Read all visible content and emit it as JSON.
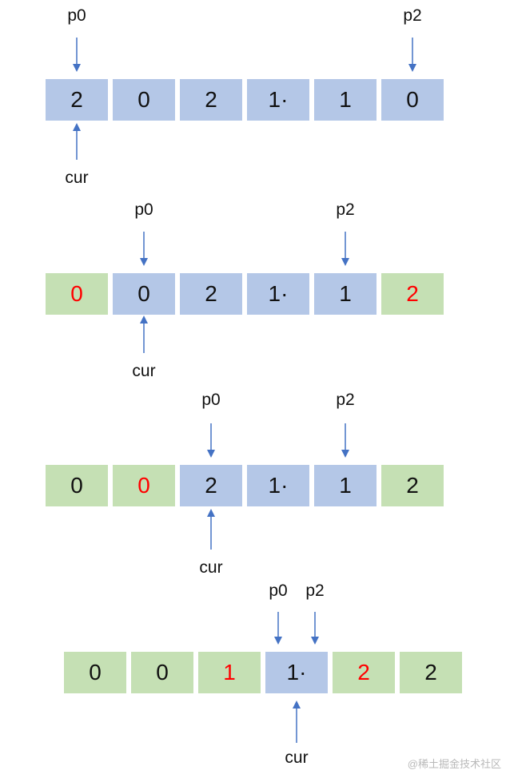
{
  "colors": {
    "blue_cell": "#b4c7e7",
    "green_cell": "#c5e0b4",
    "highlight_text": "#ff0000",
    "normal_text": "#111111",
    "arrow": "#4472c4"
  },
  "steps": [
    {
      "cells": [
        {
          "value": "2",
          "fill": "blue",
          "highlight": false
        },
        {
          "value": "0",
          "fill": "blue",
          "highlight": false
        },
        {
          "value": "2",
          "fill": "blue",
          "highlight": false
        },
        {
          "value": "1·",
          "fill": "blue",
          "highlight": false
        },
        {
          "value": "1",
          "fill": "blue",
          "highlight": false
        },
        {
          "value": "0",
          "fill": "blue",
          "highlight": false
        }
      ],
      "pointers": [
        {
          "label": "p0",
          "position": "top",
          "index": 0
        },
        {
          "label": "p2",
          "position": "top",
          "index": 5
        },
        {
          "label": "cur",
          "position": "bottom",
          "index": 0
        }
      ]
    },
    {
      "cells": [
        {
          "value": "0",
          "fill": "green",
          "highlight": true
        },
        {
          "value": "0",
          "fill": "blue",
          "highlight": false
        },
        {
          "value": "2",
          "fill": "blue",
          "highlight": false
        },
        {
          "value": "1·",
          "fill": "blue",
          "highlight": false
        },
        {
          "value": "1",
          "fill": "blue",
          "highlight": false
        },
        {
          "value": "2",
          "fill": "green",
          "highlight": true
        }
      ],
      "pointers": [
        {
          "label": "p0",
          "position": "top",
          "index": 1
        },
        {
          "label": "p2",
          "position": "top",
          "index": 4
        },
        {
          "label": "cur",
          "position": "bottom",
          "index": 1
        }
      ]
    },
    {
      "cells": [
        {
          "value": "0",
          "fill": "green",
          "highlight": false
        },
        {
          "value": "0",
          "fill": "green",
          "highlight": true
        },
        {
          "value": "2",
          "fill": "blue",
          "highlight": false
        },
        {
          "value": "1·",
          "fill": "blue",
          "highlight": false
        },
        {
          "value": "1",
          "fill": "blue",
          "highlight": false
        },
        {
          "value": "2",
          "fill": "green",
          "highlight": false
        }
      ],
      "pointers": [
        {
          "label": "p0",
          "position": "top",
          "index": 2
        },
        {
          "label": "p2",
          "position": "top",
          "index": 4
        },
        {
          "label": "cur",
          "position": "bottom",
          "index": 2
        }
      ]
    },
    {
      "cells": [
        {
          "value": "0",
          "fill": "green",
          "highlight": false
        },
        {
          "value": "0",
          "fill": "green",
          "highlight": false
        },
        {
          "value": "1",
          "fill": "green",
          "highlight": true
        },
        {
          "value": "1·",
          "fill": "blue",
          "highlight": false
        },
        {
          "value": "2",
          "fill": "green",
          "highlight": true
        },
        {
          "value": "2",
          "fill": "green",
          "highlight": false
        }
      ],
      "pointers": [
        {
          "label": "p0",
          "position": "top",
          "index": 3
        },
        {
          "label": "p2",
          "position": "top",
          "index": 3
        },
        {
          "label": "cur",
          "position": "bottom",
          "index": 3
        }
      ]
    }
  ],
  "watermark": "@稀土掘金技术社区"
}
